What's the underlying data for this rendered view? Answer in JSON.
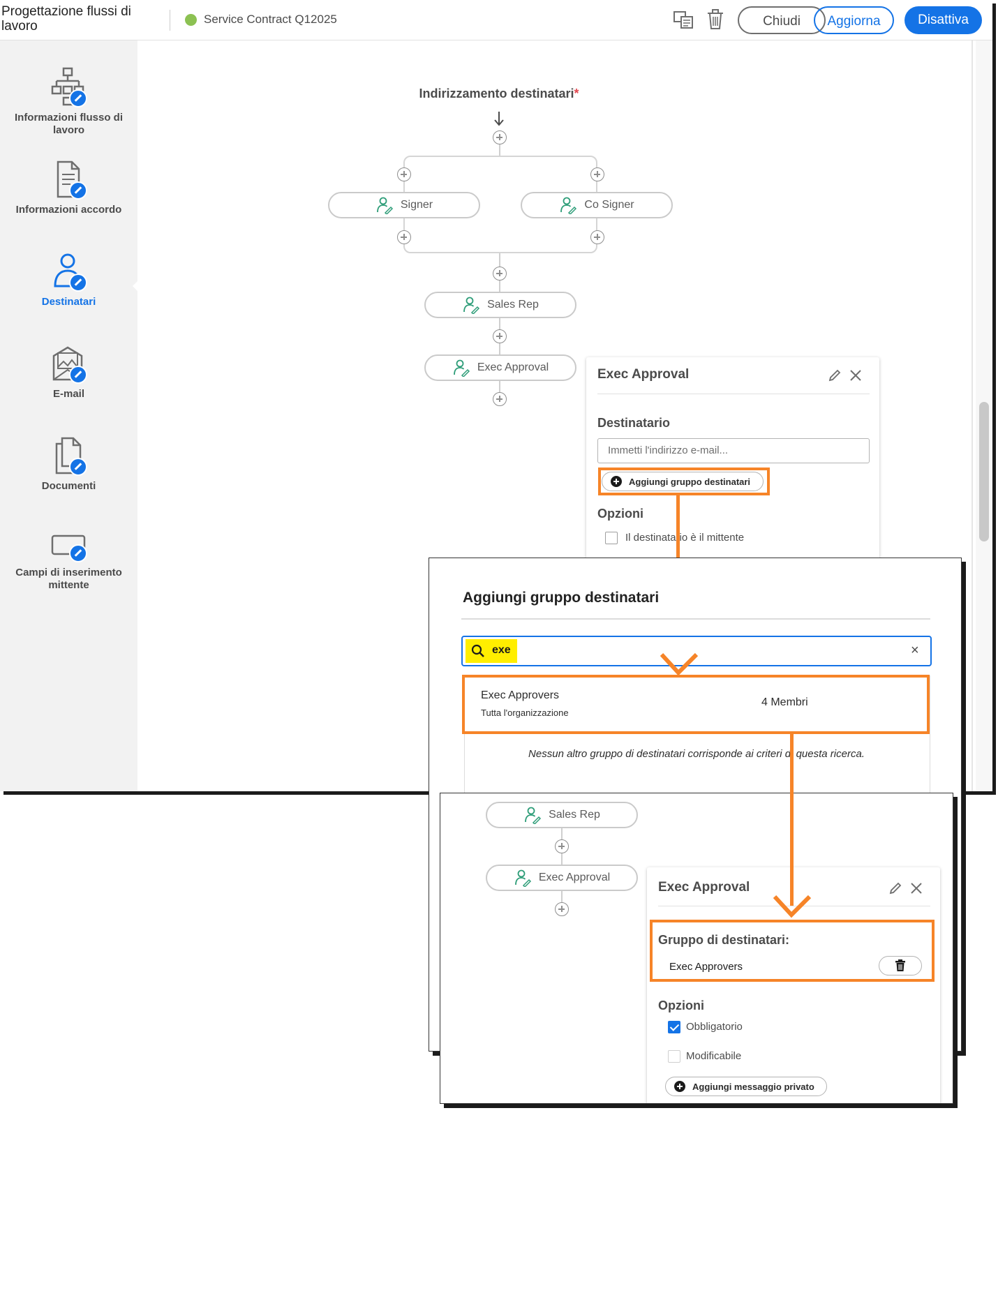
{
  "app": {
    "title": "Progettazione flussi di lavoro",
    "document_title": "Service Contract Q12025",
    "status_color": "#8cc152"
  },
  "toolbar": {
    "copy_icon": "copy-icon",
    "trash_icon": "trash-icon",
    "close_label": "Chiudi",
    "update_label": "Aggiorna",
    "deactivate_label": "Disattiva",
    "accent": "#1473e6"
  },
  "sidebar": {
    "items": [
      {
        "label": "Informazioni flusso di lavoro",
        "icon": "workflow-hierarchy-icon"
      },
      {
        "label": "Informazioni accordo",
        "icon": "document-icon"
      },
      {
        "label": "Destinatari",
        "icon": "recipient-icon",
        "active": true
      },
      {
        "label": "E-mail",
        "icon": "email-image-icon"
      },
      {
        "label": "Documenti",
        "icon": "documents-icon"
      },
      {
        "label": "Campi di inserimento mittente",
        "icon": "sender-fields-icon"
      }
    ]
  },
  "flow": {
    "title": "Indirizzamento destinatari",
    "required_mark": "*",
    "nodes": [
      "Signer",
      "Co Signer",
      "Sales Rep",
      "Exec Approval"
    ]
  },
  "popover1": {
    "title": "Exec Approval",
    "recipient_label": "Destinatario",
    "email_placeholder": "Immetti l'indirizzo e-mail...",
    "add_group_label": "Aggiungi gruppo destinatari",
    "options_label": "Opzioni",
    "sender_is_recipient": "Il destinatario è il mittente"
  },
  "dialog": {
    "title": "Aggiungi gruppo destinatari",
    "search_value": "exe",
    "clear_icon": "×",
    "result_name": "Exec Approvers",
    "result_scope": "Tutta l'organizzazione",
    "result_members": "4 Membri",
    "no_more": "Nessun altro gruppo di destinatari corrisponde ai criteri di questa ricerca."
  },
  "popover2": {
    "title": "Exec Approval",
    "group_label": "Gruppo di destinatari:",
    "group_name": "Exec Approvers",
    "options_label": "Opzioni",
    "option_required": "Obbligatorio",
    "option_required_checked": true,
    "option_editable": "Modificabile",
    "option_editable_checked": false,
    "private_message_label": "Aggiungi messaggio privato"
  },
  "flow2": {
    "nodes": [
      "Sales Rep",
      "Exec Approval"
    ]
  },
  "annotation_color": "#f68428"
}
